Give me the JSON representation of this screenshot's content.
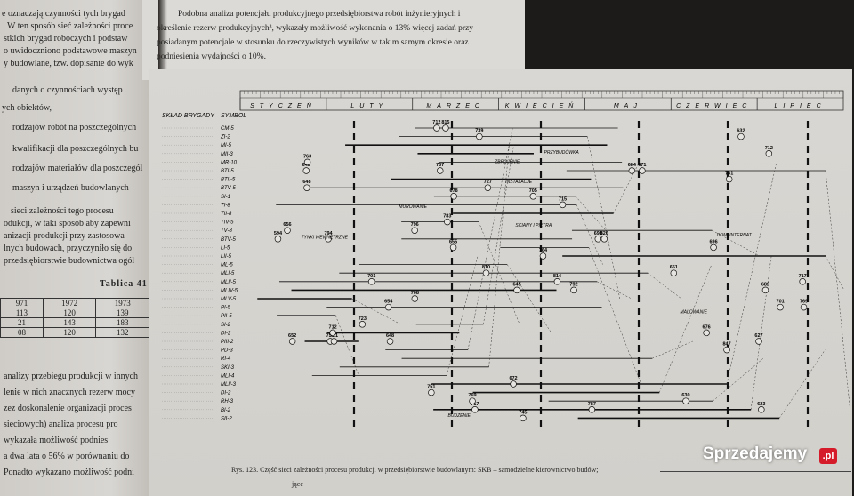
{
  "left_page": {
    "lines": [
      "e oznaczają czynności tych brygad",
      "W ten sposób sieć zależności proce",
      "stkich brygad roboczych i podstaw",
      "o uwidoczniono podstawowe maszyn",
      "y budowlane, tzw. dopisanie do wyk",
      "danych o czynnościach występ",
      "ych obiektów,",
      "rodzajów robót na poszczególnych",
      "kwalifikacji dla poszczególnych bu",
      "rodzajów materiałów dla poszczegól",
      "maszyn i urządzeń budowlanych",
      "sieci zależności tego procesu",
      "odukcji, w taki sposób aby zapewni",
      "anizacji produkcji przy zastosowa",
      "lnych budowach, przyczyniło się do",
      "przedsiębiorstwie budownictwa ogól"
    ],
    "table_label": "Tablica 41",
    "table_header": [
      "971",
      "1972",
      "1973"
    ],
    "table_rows": [
      [
        "113",
        "120",
        "139"
      ],
      [
        "21",
        "143",
        "183"
      ],
      [
        "08",
        "120",
        "132"
      ]
    ],
    "bottom_lines": [
      "analizy przebiegu produkcji w innych",
      "lenie w nich znacznych rezerw mocy",
      "zez doskonalenie organizacji proces",
      "sieciowych) analiza procesu pro",
      "wykazała możliwość podnies",
      "a dwa lata o 56% w porównaniu do",
      "Ponadto wykazano możliwość podni"
    ]
  },
  "top_text": [
    "Podobna analiza potencjału produkcyjnego przedsiębiorstwa robót inżynieryjnych i",
    "określenie rezerw produkcyjnych³, wykazały możliwość wykonania o 13% więcej zadań przy",
    "posiadanym potencjale w stosunku do rzeczywistych wyników w takim samym okresie oraz",
    "podniesienia wydajności o 10%."
  ],
  "chart_data": {
    "type": "network-diagram",
    "months": [
      "STYCZEŃ",
      "LUTY",
      "MARZEC",
      "KWIECIEŃ",
      "MAJ",
      "CZERWIEC",
      "LIPIEC"
    ],
    "header_left": "SKŁAD BRYGADY",
    "header_symbol": "SYMBOL",
    "symbols": [
      "CM-5",
      "ZI-2",
      "MI-5",
      "MII-3",
      "MR-10",
      "BTI-5",
      "BTII-5",
      "BTV-5",
      "SI-1",
      "TI-8",
      "TII-8",
      "TIV-5",
      "TV-8",
      "BTV-5",
      "LI-5",
      "LII-5",
      "ML-5",
      "MLI-5",
      "MLII-5",
      "MLIV-5",
      "MLV-5",
      "PI-5",
      "PII-5",
      "SI-2",
      "DI-2",
      "PIII-2",
      "PD-3",
      "RI-4",
      "SKI-3",
      "MLI-4",
      "MLII-3",
      "DI-2",
      "RH-3",
      "BI-2",
      "SII-2"
    ],
    "node_labels": [
      "764",
      "627",
      "656",
      "745",
      "684",
      "671",
      "701",
      "712",
      "717",
      "594",
      "723",
      "648",
      "751",
      "698",
      "731",
      "655",
      "689",
      "648",
      "705",
      "810",
      "815",
      "652",
      "645",
      "712",
      "727",
      "739",
      "758",
      "632",
      "715",
      "678",
      "651",
      "654",
      "623",
      "717",
      "696",
      "648",
      "721",
      "787",
      "796",
      "707",
      "701",
      "676",
      "708",
      "712",
      "769",
      "783",
      "792",
      "794",
      "847",
      "814",
      "826",
      "763",
      "769",
      "630",
      "672"
    ],
    "activity_labels": [
      "ZBROJENIE",
      "DOM. INTERNAT",
      "MUROWANIE",
      "TYNKI WEWNĘTRZNE",
      "BUDZENIE",
      "MALOWANIE",
      "PRZYBUDÓWKA",
      "INSTALACJE",
      "SCIANY I PIĘTRA"
    ]
  },
  "caption": "Rys. 123. Część sieci zależności procesu produkcji w przedsiębiorstwie budowlanym: SKB – samodzielne kierownictwo budów;",
  "caption_cont": "jące",
  "watermark": "Sprzedajemy",
  "watermark_badge": ".pl"
}
